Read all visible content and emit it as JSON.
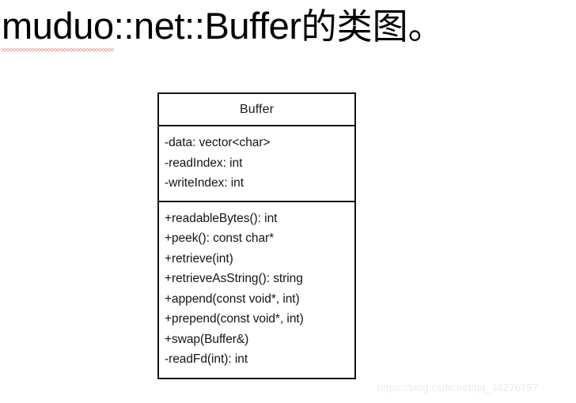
{
  "slide": {
    "title": {
      "misspelled_word": "muduo",
      "latin_rest": "::net::Buffer",
      "cjk_suffix": "的类图。",
      "full_text": "muduo::net::Buffer的类图。"
    },
    "background_color": "#ffffff",
    "spellcheck_underline_color": "#ef3b3b"
  },
  "diagram": {
    "type": "uml-class-diagram",
    "border_color": "#141414",
    "classes": [
      {
        "name": "Buffer",
        "attributes": [
          "-data: vector<char>",
          "-readIndex: int",
          "-writeIndex: int"
        ],
        "operations": [
          "+readableBytes(): int",
          "+peek(): const char*",
          "+retrieve(int)",
          "+retrieveAsString(): string",
          "+append(const void*, int)",
          "+prepend(const void*, int)",
          "+swap(Buffer&)",
          "-readFd(int): int"
        ]
      }
    ]
  },
  "watermark": {
    "text": "https://blog.csdn.net/qq_34276797",
    "color": "#ebebeb"
  }
}
